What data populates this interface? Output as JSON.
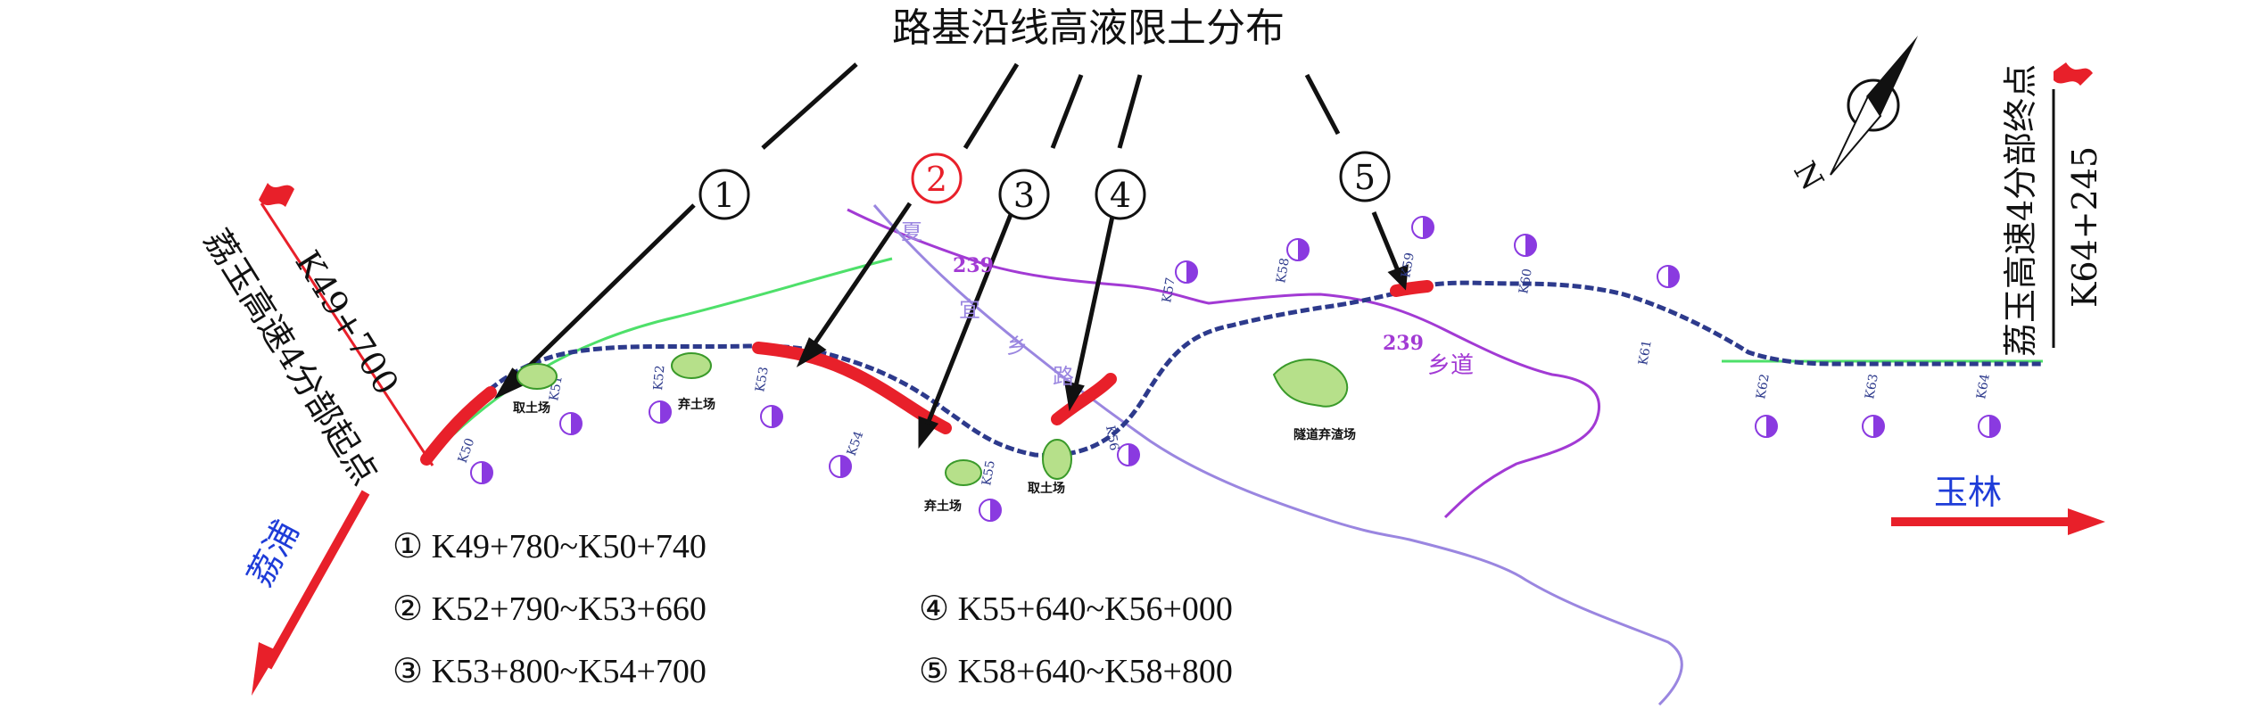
{
  "title": "路基沿线高液限土分布",
  "sections": [
    {
      "num": "①",
      "range": "K49+780~K50+740",
      "color": "#000000"
    },
    {
      "num": "②",
      "range": "K52+790~K53+660",
      "color": "#e8202a"
    },
    {
      "num": "③",
      "range": "K53+800~K54+700",
      "color": "#000000"
    },
    {
      "num": "④",
      "range": "K55+640~K56+000",
      "color": "#000000"
    },
    {
      "num": "⑤",
      "range": "K58+640~K58+800",
      "color": "#000000"
    }
  ],
  "start_point": {
    "label": "荔玉高速4分部起点",
    "station": "K49+700"
  },
  "end_point": {
    "label": "荔玉高速4分部终点",
    "station": "K64+245"
  },
  "direction_west": "荔浦",
  "direction_east": "玉林",
  "stakes": [
    "K50",
    "K51",
    "K52",
    "K53",
    "K54",
    "K55",
    "K56",
    "K57",
    "K58",
    "K59",
    "K60",
    "K61",
    "K62",
    "K63",
    "K64"
  ],
  "road_labels": {
    "road_239_a": "239",
    "road_239_b": "239",
    "xiang_dao": "乡道",
    "xia": "夏",
    "yi": "宜",
    "xiang": "乡",
    "lu": "路"
  },
  "site_labels": {
    "qu_tu_chang_1": "取土场",
    "qi_tu_chang_1": "弃土场",
    "qi_tu_chang_2": "弃土场",
    "qu_tu_chang_2": "取土场",
    "sui_dao_qi_zha_chang": "隧道弃渣场"
  },
  "north_label": "N",
  "colors": {
    "highlight": "#e8202a",
    "alignment": "#2d3a8c",
    "county_road": "#a23ad4",
    "village_road": "#9a86e0",
    "green_road": "#4ee06a",
    "direction_text": "#1e3cd8",
    "stake_fill": "#8a3ae0"
  }
}
